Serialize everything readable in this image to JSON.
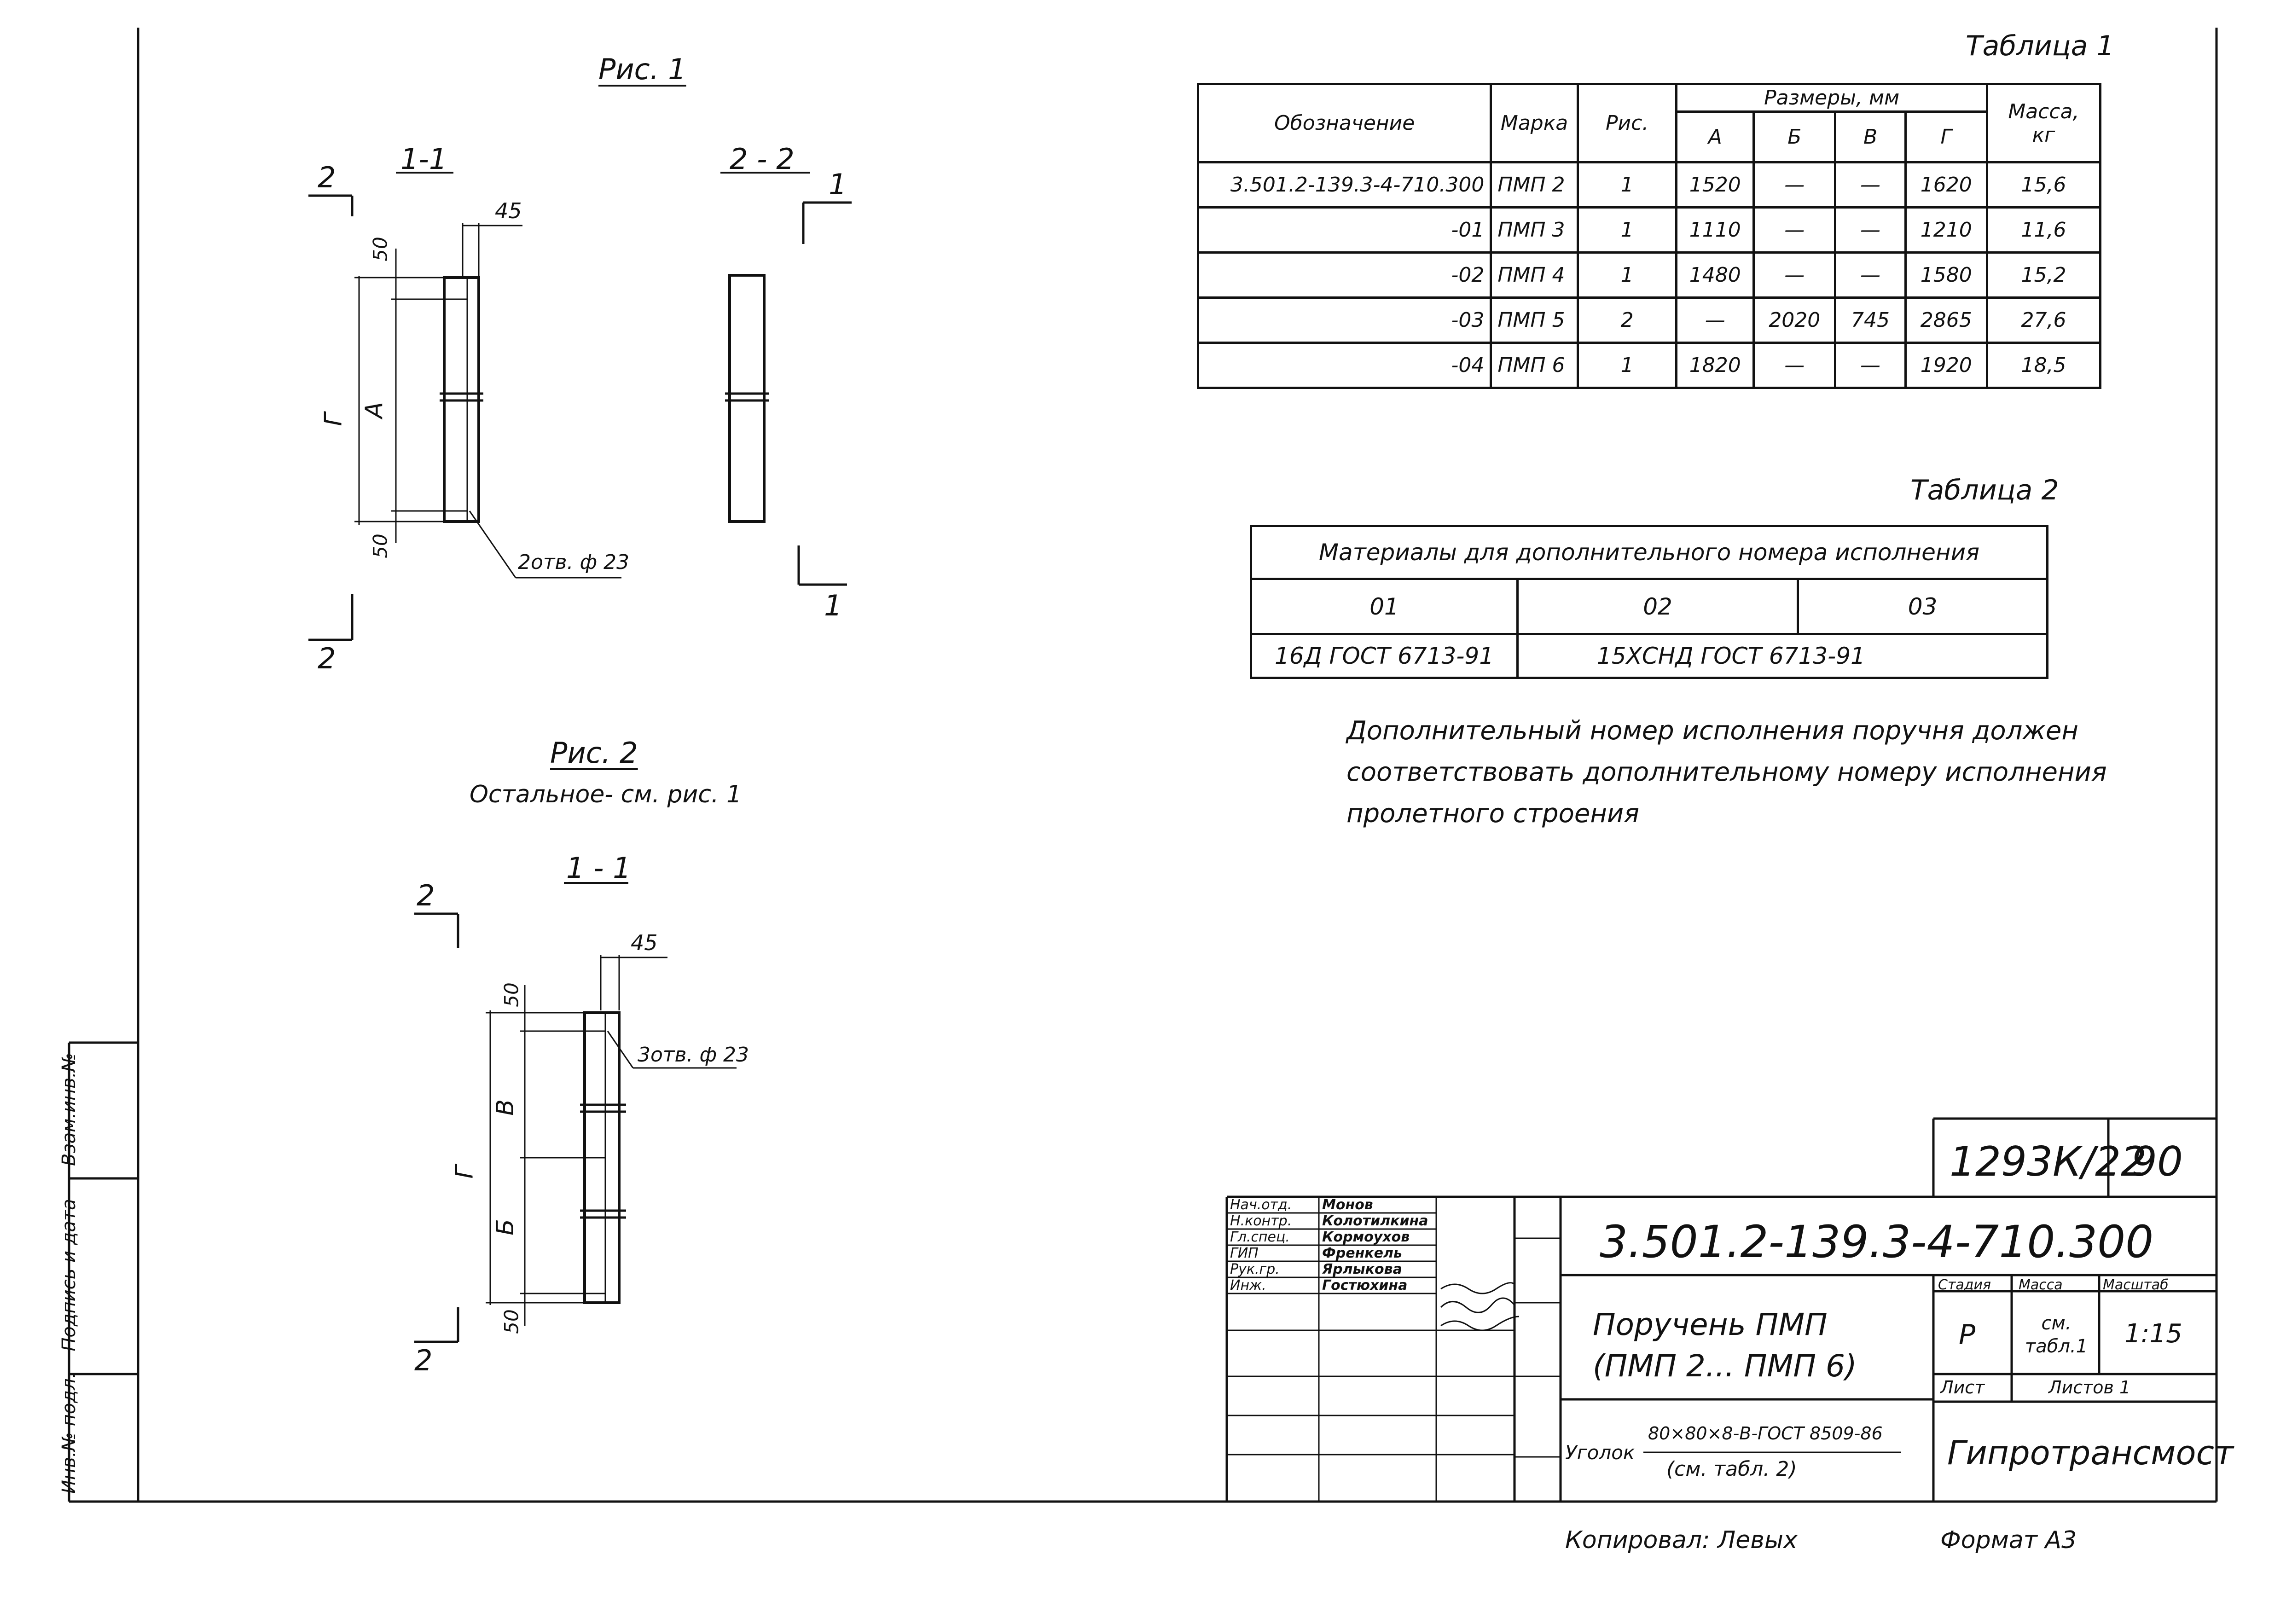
{
  "fig1": {
    "title": "Рис. 1",
    "section_1_1": "1-1",
    "section_2_2": "2 - 2",
    "mark_2": "2",
    "mark_1": "1",
    "dim_45": "45",
    "dim_50": "50",
    "dim_g": "Г",
    "dim_a": "А",
    "holes": "2отв. ф 23"
  },
  "fig2": {
    "title": "Рис. 2",
    "subtitle": "Остальное- см. рис. 1",
    "section_1_1": "1 - 1",
    "mark_2": "2",
    "dim_45": "45",
    "dim_50": "50",
    "dim_g": "Г",
    "dim_v": "В",
    "dim_b": "Б",
    "holes": "3отв. ф 23"
  },
  "table1": {
    "caption": "Таблица 1",
    "headers": {
      "designation": "Обозначение",
      "mark": "Марка",
      "fig": "Рис.",
      "sizes": "Размеры, мм",
      "a": "А",
      "b": "Б",
      "v": "В",
      "g": "Г",
      "mass": "Масса, кг"
    },
    "rows": [
      [
        "3.501.2-139.3-4-710.300",
        "ПМП 2",
        "1",
        "1520",
        "—",
        "—",
        "1620",
        "15,6"
      ],
      [
        "-01",
        "ПМП 3",
        "1",
        "1110",
        "—",
        "—",
        "1210",
        "11,6"
      ],
      [
        "-02",
        "ПМП 4",
        "1",
        "1480",
        "—",
        "—",
        "1580",
        "15,2"
      ],
      [
        "-03",
        "ПМП 5",
        "2",
        "—",
        "2020",
        "745",
        "2865",
        "27,6"
      ],
      [
        "-04",
        "ПМП 6",
        "1",
        "1820",
        "—",
        "—",
        "1920",
        "18,5"
      ]
    ]
  },
  "table2": {
    "caption": "Таблица 2",
    "header": "Материалы   для   дополнительного номера исполнения",
    "cols": [
      "01",
      "02",
      "03"
    ],
    "row": [
      "16Д  ГОСТ 6713-91",
      "15ХСНД   ГОСТ 6713-91"
    ]
  },
  "note": [
    "Дополнительный   номер   исполнения  поручня  должен",
    "соответствовать   дополнительному  номеру  исполнения",
    "пролетного    строения"
  ],
  "stamp": {
    "album": "1293К/22",
    "sheet_no": "90",
    "code": "3.501.2-139.3-4-710.300",
    "roles": [
      "Нач.отд.",
      "Н.контр.",
      "Гл.спец.",
      "ГИП",
      "Рук.гр.",
      "Инж."
    ],
    "names": [
      "Монов",
      "Колотилкина",
      "Кормоухов",
      "Френкель",
      "Ярлыкова",
      "Гостюхина"
    ],
    "title_line1": "Поручень ПМП",
    "title_line2": "(ПМП 2... ПМП 6)",
    "stage_label": "Стадия",
    "mass_label": "Масса",
    "scale_label": "Масштаб",
    "stage": "Р",
    "mass": "см. табл.1",
    "scale": "1:15",
    "sheet_label": "Лист",
    "sheets_label": "Листов 1",
    "material_label": "Уголок",
    "material_top": "80×80×8-В-ГОСТ 8509-86",
    "material_bottom": "(см. табл. 2)",
    "org": "Гипротрансмост"
  },
  "side_stamp": [
    "Инв.№ подл.",
    "Подпись и дата",
    "Взам.инв.№"
  ],
  "footer": {
    "copied": "Копировал:  Левых",
    "format": "Формат  А3"
  }
}
